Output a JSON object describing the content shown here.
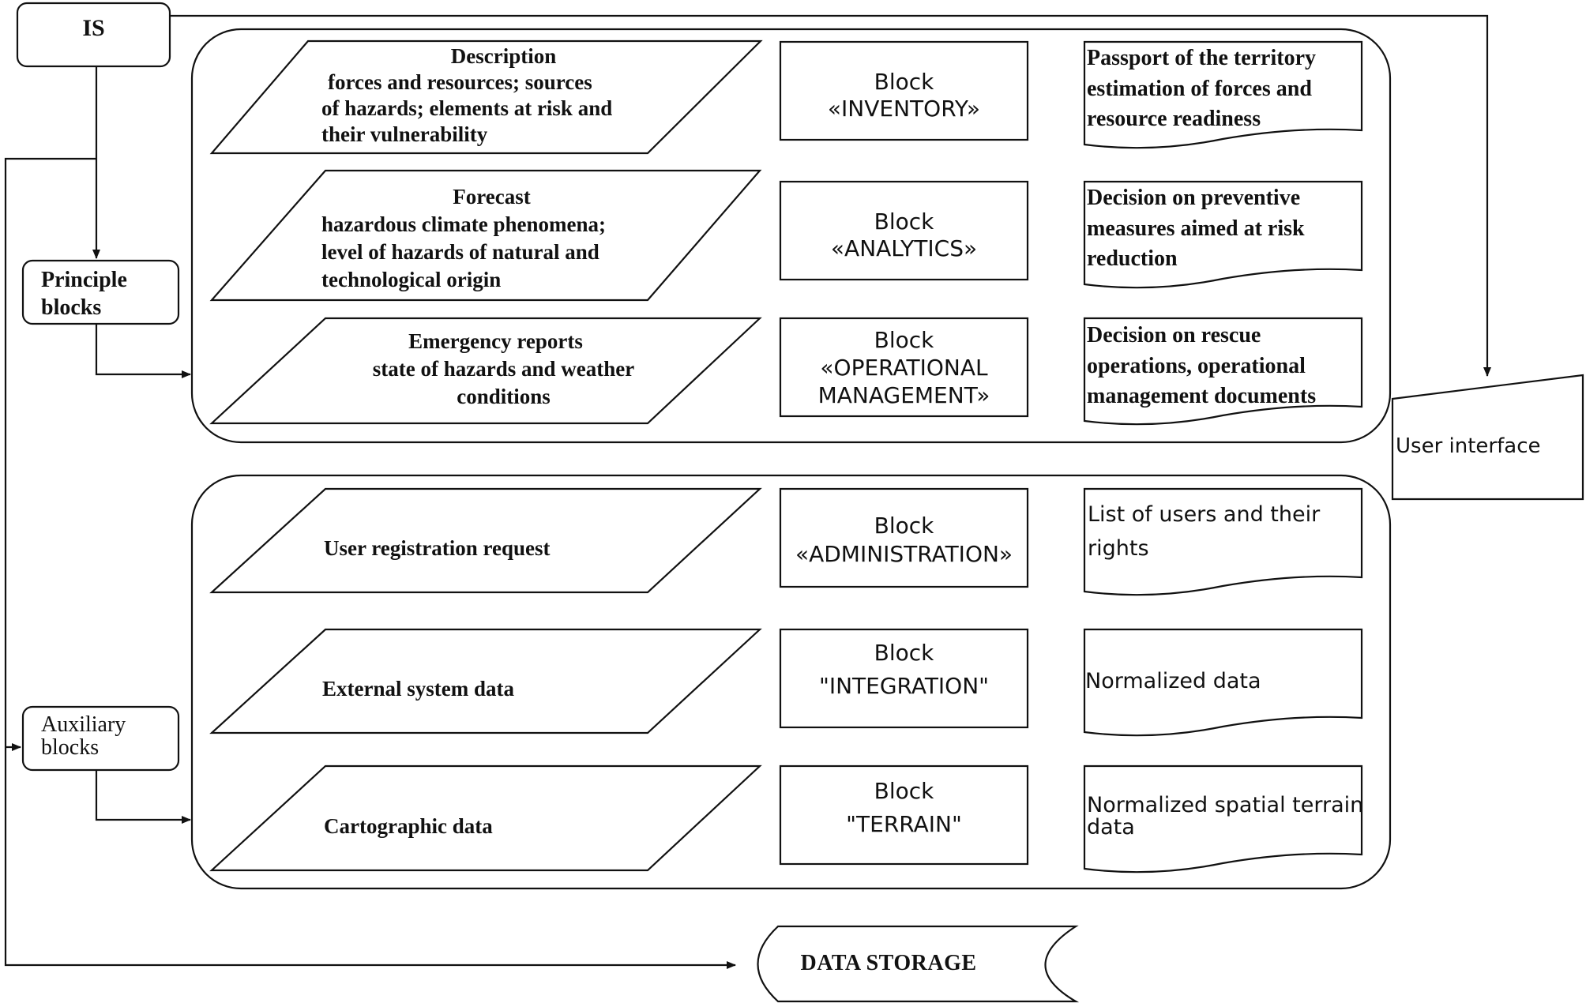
{
  "is_box": "IS",
  "principle_box": [
    "Principle",
    "blocks"
  ],
  "auxiliary_box": [
    "Auxiliary",
    "blocks"
  ],
  "user_interface": "User interface",
  "data_storage": "DATA STORAGE",
  "principle_rows": [
    {
      "input": [
        "Description",
        "forces and  resources; sources",
        "of hazards; elements at risk and",
        "their vulnerability"
      ],
      "block": [
        "Block",
        "«INVENTORY»"
      ],
      "output": [
        "Passport of the territory",
        "estimation of  forces  and",
        "resource readiness"
      ]
    },
    {
      "input": [
        "Forecast",
        "hazardous climate phenomena;",
        "level of hazards of  natural and",
        "technological origin"
      ],
      "block": [
        "Block",
        "«ANALYTICS»"
      ],
      "output": [
        "Decision on preventive",
        "measures aimed at risk",
        "reduction"
      ]
    },
    {
      "input": [
        "Emergency reports",
        "state of hazards and weather",
        "conditions"
      ],
      "block": [
        "Block",
        "«OPERATIONAL",
        "MANAGEMENT»"
      ],
      "output": [
        "Decision on rescue",
        "operations, operational",
        "management documents"
      ]
    }
  ],
  "auxiliary_rows": [
    {
      "input": [
        "User  registration request"
      ],
      "block": [
        "Block",
        "«ADMINISTRATION»"
      ],
      "output": [
        "List of users and their",
        "rights"
      ]
    },
    {
      "input": [
        "External  system data"
      ],
      "block": [
        "Block",
        "\"INTEGRATION\""
      ],
      "output": [
        "Normalized data"
      ]
    },
    {
      "input": [
        "Cartographic data"
      ],
      "block": [
        "Block",
        "\"TERRAIN\""
      ],
      "output": [
        "Normalized spatial terrain",
        "data"
      ]
    }
  ]
}
